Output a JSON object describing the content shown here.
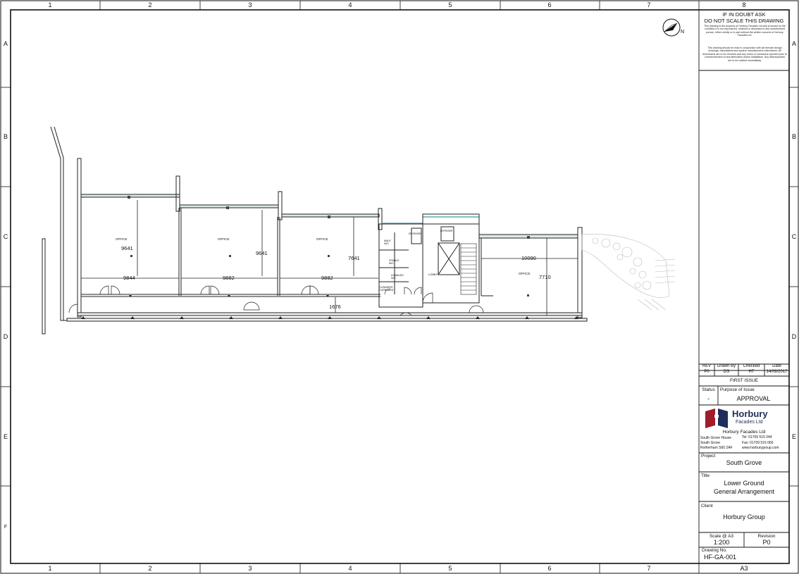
{
  "grid": {
    "columns": [
      "1",
      "2",
      "3",
      "4",
      "5",
      "6",
      "7",
      "8"
    ],
    "rows": [
      "A",
      "B",
      "C",
      "D",
      "E",
      "F"
    ]
  },
  "plan": {
    "rooms": {
      "office_1": "OFFICE",
      "office_2": "OFFICE",
      "office_3": "OFFICE",
      "office_4": "OFFICE",
      "lobby": "LOBBY",
      "male_wc": "MALE\nW/C",
      "female_wc": "FEMALE\nW/C",
      "disabled_wc": "DISABLED\nW/C",
      "cleaners_cupboard": "CLEANERS\nCUPBOARD",
      "riser_1": "DRYRISER",
      "riser_2": "DRYRISER"
    },
    "dimensions": {
      "h1": "9641",
      "h2": "9641",
      "h3": "7641",
      "w1": "9844",
      "w2": "9882",
      "w3": "9882",
      "corridor": "1676",
      "w4": "10090",
      "h4": "7710"
    }
  },
  "title_block": {
    "warning_line1": "IF IN DOUBT ASK",
    "warning_line2": "DO NOT SCALE THIS DRAWING",
    "notes_1": "This drawing is the property of Horbury Facades Ltd and is issued on the condition it is not reproduced, retained or disclosed to any unauthorised person, either wholly or in part without the written consent of Horbury Facades Ltd.",
    "notes_2": "This drawing should be read in conjunction with all relevant design drawings, calculations and system manufacturers instructions. All dimensions are to be checked and any errors or omissions reported prior to commencement of any fabrication and/or installation. Any discrepancies are to be notified immediately.",
    "rev_header": "REV",
    "drawn_header": "Drawn By",
    "checked_header": "Checked",
    "date_header": "Date",
    "rev": "P0",
    "drawn": "DS",
    "checked": "HT",
    "date": "14/09/2017",
    "issue": "FIRST ISSUE",
    "status_label": "Status",
    "status": "-",
    "purpose_label": "Purpose of Issue",
    "purpose": "APPROVAL",
    "logo_name": "Horbury",
    "logo_sub": "Facades Ltd",
    "company": "Horbury Facades Ltd",
    "address_1": "South Grove House",
    "address_2": "South Grove",
    "address_3": "Rotherham S60 2AF",
    "tel": "Tel:  01709 515 044",
    "fax": "Fax:  01709 515 066",
    "web": "www.horburygroup.com",
    "project_label": "Project",
    "project": "South Grove",
    "title_label": "Title",
    "title_line1": "Lower Ground",
    "title_line2": "General Arrangement",
    "client_label": "Client",
    "client": "Horbury Group",
    "scale_label": "Scale @ A3",
    "scale": "1:200",
    "revision_label": "Revision",
    "revision": "P0",
    "drawing_no_label": "Drawing No.",
    "drawing_no": "HF-GA-001",
    "sheet": "A3"
  },
  "colors": {
    "line": "#111111",
    "glazing": "#5fa8b5",
    "logo_red": "#9e1c2c",
    "logo_navy": "#1f2d5a"
  }
}
